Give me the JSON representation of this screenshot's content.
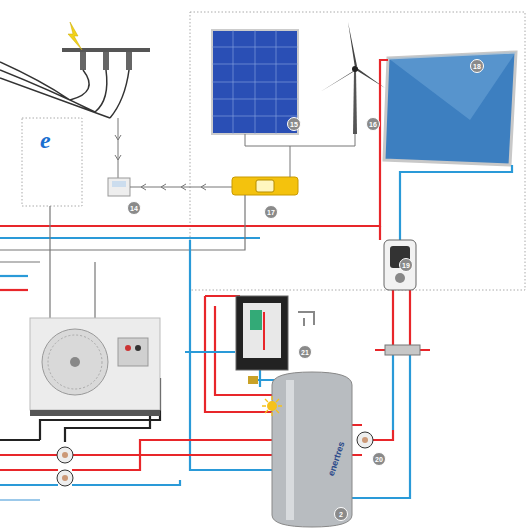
{
  "diagram": {
    "labels": [
      "15",
      "16",
      "18",
      "e",
      "14",
      "17",
      "19",
      "21",
      "20",
      "2",
      "enertres"
    ]
  }
}
